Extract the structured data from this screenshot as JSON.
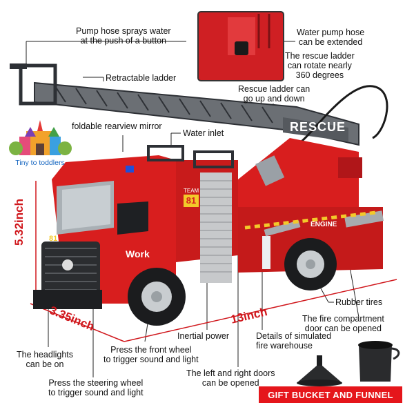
{
  "brand": {
    "name": "Tiny to toddlers"
  },
  "callouts": {
    "pump_hose": "Pump hose sprays water\nat the push of a button",
    "water_hose_extended": "Water pump hose\ncan be extended",
    "ladder_rotate": "The rescue ladder\ncan rotate nearly\n360 degrees",
    "retractable_ladder": "Retractable ladder",
    "ladder_up_down": "Rescue ladder can\ngo up and down",
    "rearview_mirror": "foldable rearview mirror",
    "water_inlet": "Water inlet",
    "rubber_tires": "Rubber tires",
    "compartment_door": "The fire compartment\ndoor can be opened",
    "inertial_power": "Inertial power",
    "details_warehouse": "Details of simulated\nfire warehouse",
    "headlights": "The headlights\ncan be on",
    "front_wheel": "Press the front wheel\nto trigger sound and light",
    "doors_open": "The left and right doors\ncan be opened",
    "steering_wheel": "Press the steering wheel\nto trigger sound and light"
  },
  "dimensions": {
    "height": "5.32inch",
    "width": "3.35inch",
    "length": "13inch"
  },
  "truck_markings": {
    "rescue": "RESCUE",
    "team": "TEAM",
    "team_number": "81",
    "cab_number": "81",
    "work": "Work",
    "engine": "ENGINE"
  },
  "gift_badge": "GIFT BUCKET AND FUNNEL",
  "colors": {
    "accent_red": "#e5161b",
    "dimension_red": "#d0171c",
    "truck_red": "#d81e1e"
  }
}
